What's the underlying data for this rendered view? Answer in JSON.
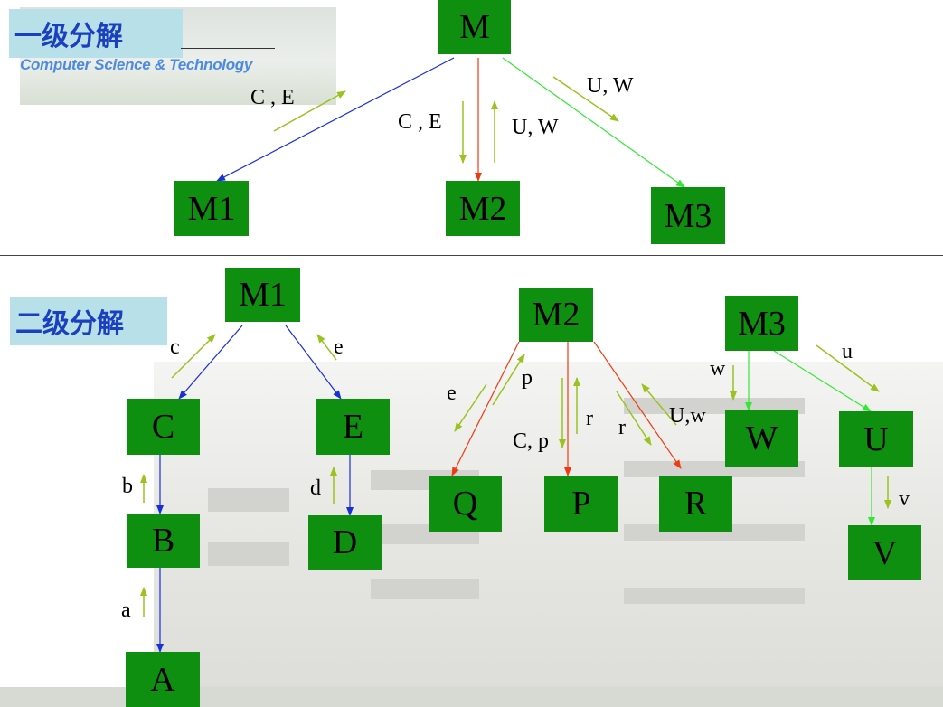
{
  "titles": {
    "level1": "一级分解",
    "level2": "二级分解",
    "banner_subtitle": "Computer Science & Technology"
  },
  "nodes": {
    "M": "M",
    "M1_top": "M1",
    "M2_top": "M2",
    "M3_top": "M3",
    "M1": "M1",
    "M2": "M2",
    "M3": "M3",
    "C": "C",
    "E": "E",
    "B": "B",
    "D": "D",
    "A": "A",
    "Q": "Q",
    "P": "P",
    "R": "R",
    "W": "W",
    "U": "U",
    "V": "V"
  },
  "labels": {
    "m_m1": "C , E",
    "m_m2_down": "C , E",
    "m_m2_up": "U, W",
    "m_m3": "U, W",
    "m1_c": "c",
    "m1_e": "e",
    "c_b": "b",
    "e_d": "d",
    "b_a": "a",
    "m2_q_e": "e",
    "m2_q_p": "p",
    "m2_p_r": "r",
    "m2_p_cp": "C, p",
    "m2_r_r": "r",
    "m2_r_uw": "U,w",
    "m3_w": "w",
    "m3_u": "u",
    "u_v": "v"
  },
  "colors": {
    "node_fill": "#0f8f0f",
    "edge_blue": "#1a2fd8",
    "edge_red": "#f03a10",
    "edge_green": "#33e833",
    "flow_arrow": "#9ac220",
    "title_bg": "#b7e0e8",
    "title_text": "#1a3fbf"
  }
}
